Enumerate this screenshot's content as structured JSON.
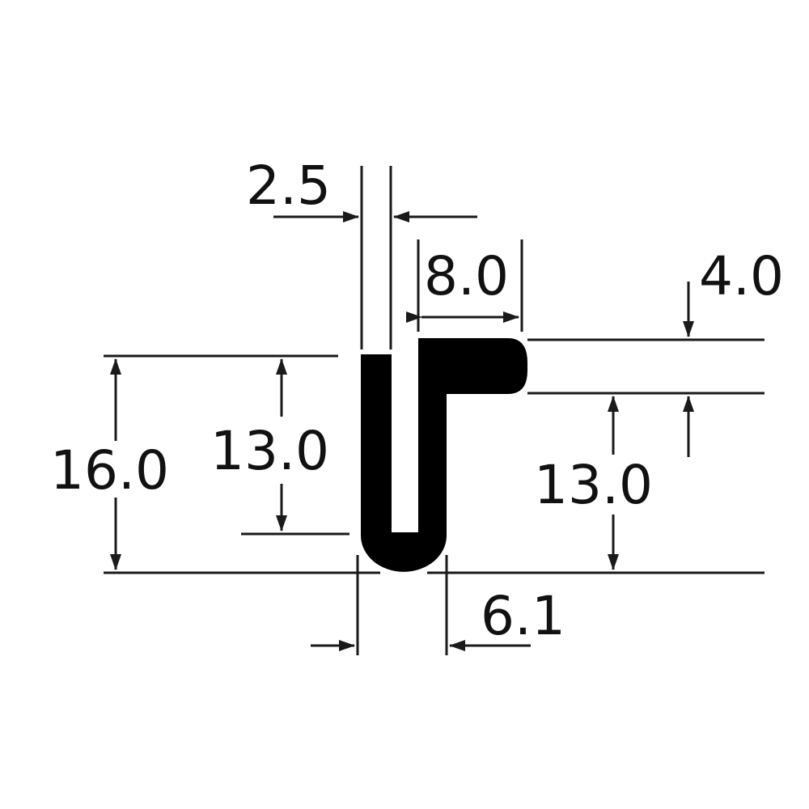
{
  "colors": {
    "profile": "#000000",
    "line": "#1a1a1a",
    "background": "#ffffff"
  },
  "dimensions": {
    "slot_width": "2.5",
    "lip_width": "8.0",
    "lip_thickness": "4.0",
    "total_height": "16.0",
    "inner_height_left": "13.0",
    "inner_height_right": "13.0",
    "base_width": "6.1"
  }
}
